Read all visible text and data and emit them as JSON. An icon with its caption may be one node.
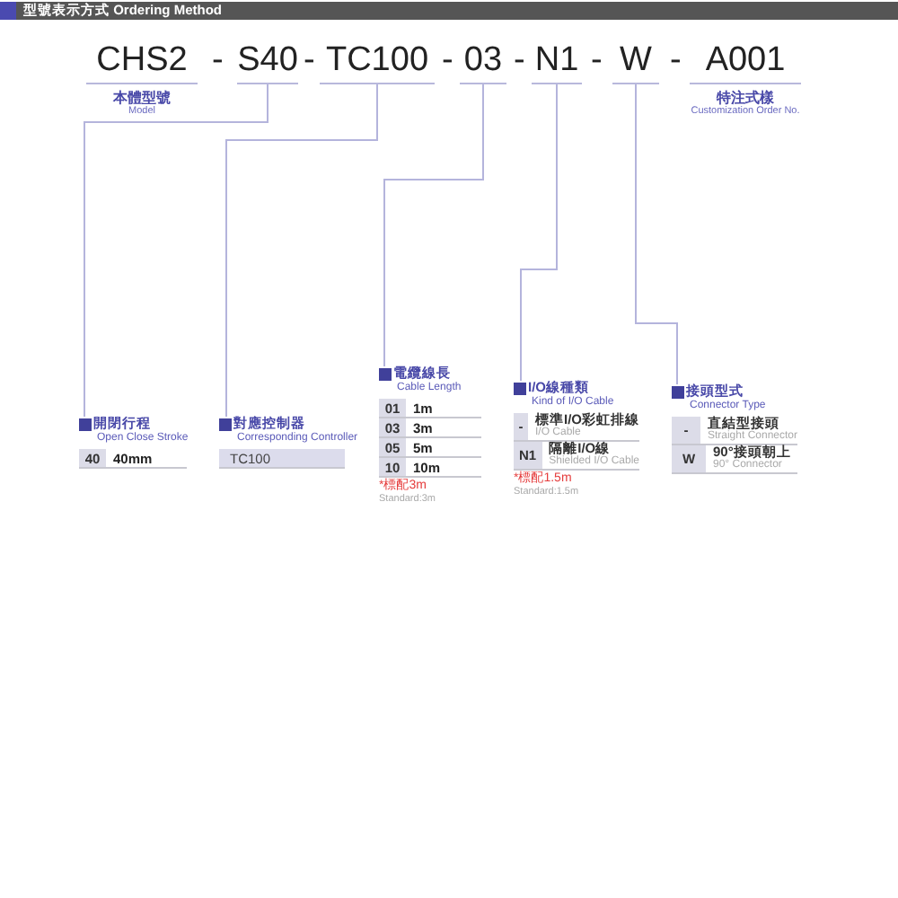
{
  "diagram": {
    "title": "型號表示方式 Ordering Method",
    "nodes": [
      {
        "text": [
          "CHS2",
          "本體型號",
          "Model"
        ]
      },
      {
        "text": [
          "S40"
        ]
      },
      {
        "text": [
          "TC100"
        ]
      },
      {
        "text": [
          "03"
        ]
      },
      {
        "text": [
          "N1"
        ]
      },
      {
        "text": [
          "W"
        ]
      },
      {
        "text": [
          "A001",
          "特注式樣",
          "Customization Order No."
        ]
      },
      {
        "text": [
          "開閉行程",
          "Open Close Stroke"
        ]
      },
      {
        "text": [
          "40",
          "40mm"
        ]
      },
      {
        "text": [
          "對應控制器",
          "Corresponding Controller"
        ]
      },
      {
        "text": [
          "TC100"
        ]
      },
      {
        "text": [
          "電纜線長",
          "Cable Length"
        ],
        "beside": [
          "*標配3m",
          "Standard:3m"
        ]
      },
      {
        "text": [
          "01",
          "1m"
        ]
      },
      {
        "text": [
          "03",
          "3m"
        ]
      },
      {
        "text": [
          "05",
          "5m"
        ]
      },
      {
        "text": [
          "10",
          "10m"
        ]
      },
      {
        "text": [
          "I/O線種類",
          "Kind of I/O Cable"
        ],
        "beside": [
          "*標配1.5m",
          "Standard:1.5m"
        ]
      },
      {
        "text": [
          "-",
          "標準I/O彩虹排線",
          "I/O Cable"
        ]
      },
      {
        "text": [
          "N1",
          "隔離I/O線",
          "Shielded I/O Cable"
        ]
      },
      {
        "text": [
          "接頭型式",
          "Connector Type"
        ]
      },
      {
        "text": [
          "-",
          "直結型接頭",
          "Straight Connector"
        ]
      },
      {
        "text": [
          "W",
          "90°接頭朝上",
          "90° Connector"
        ]
      }
    ],
    "edges": [
      {
        "from": 1,
        "to": 7,
        "arrow": "none"
      },
      {
        "from": 2,
        "to": 9,
        "arrow": "none"
      },
      {
        "from": 3,
        "to": 11,
        "arrow": "none"
      },
      {
        "from": 4,
        "to": 16,
        "arrow": "none"
      },
      {
        "from": 5,
        "to": 19,
        "arrow": "none"
      }
    ],
    "labels": [
      "-",
      "-",
      "-",
      "-",
      "-",
      "-"
    ]
  }
}
